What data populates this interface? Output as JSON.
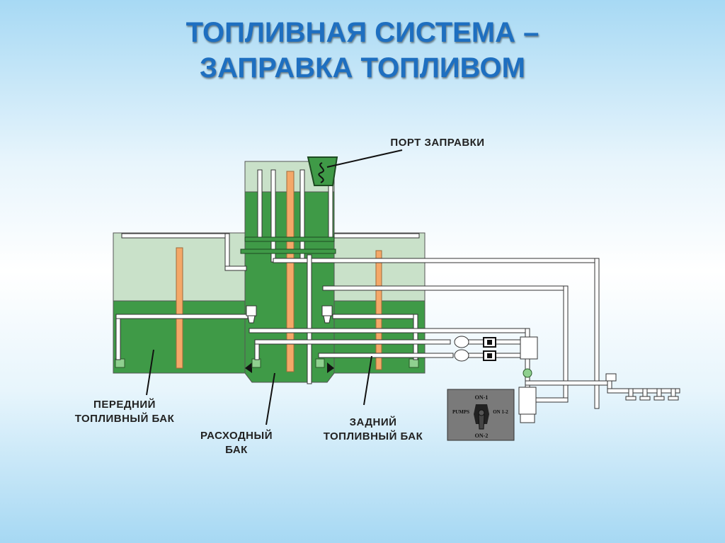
{
  "title_line1": "ТОПЛИВНАЯ СИСТЕМА –",
  "title_line2": "ЗАПРАВКА ТОПЛИВОМ",
  "labels": {
    "refuel_port": "ПОРТ ЗАПРАВКИ",
    "front_tank_line1": "ПЕРЕДНИЙ",
    "front_tank_line2": "ТОПЛИВНЫЙ БАК",
    "sump_tank_line1": "РАСХОДНЫЙ",
    "sump_tank_line2": "БАК",
    "rear_tank_line1": "ЗАДНИЙ",
    "rear_tank_line2": "ТОПЛИВНЫЙ БАК"
  },
  "switch_panel": {
    "on1": "ON-1",
    "on12": "ON 1-2",
    "on2": "ON-2",
    "pumps": "PUMPS"
  },
  "colors": {
    "title": "#1e6fc0",
    "fuel_dark": "#3f9a47",
    "fuel_light": "#c9e1c9",
    "standpipe": "#f4a868",
    "panel": "#777777"
  }
}
